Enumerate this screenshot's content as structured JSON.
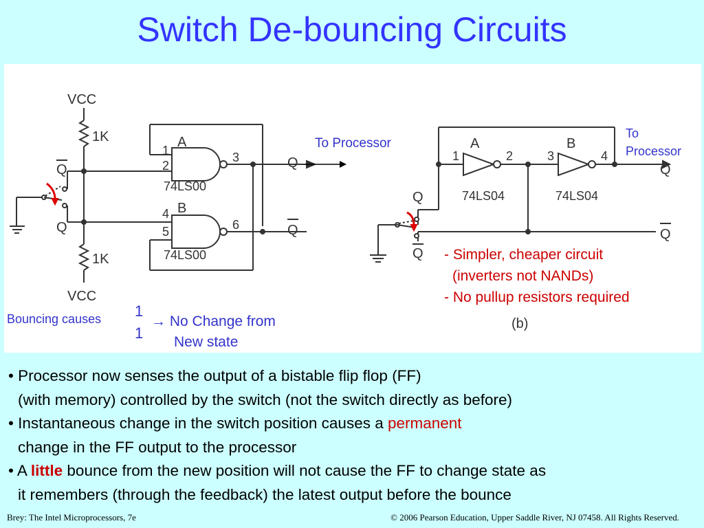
{
  "title": "Switch De-bouncing Circuits",
  "figure_a": {
    "vcc_top": "VCC",
    "vcc_bottom": "VCC",
    "r1": "1K",
    "r2": "1K",
    "qbar_in": "Q",
    "q_in": "Q",
    "gate_a": "A",
    "gate_b": "B",
    "pin1": "1",
    "pin2": "2",
    "pin3": "3",
    "pin4": "4",
    "pin5": "5",
    "pin6": "6",
    "chip_a": "74LS00",
    "chip_b": "74LS00",
    "out_q": "Q",
    "out_qbar": "Q"
  },
  "figure_b": {
    "q_in": "Q",
    "qbar_in": "Q",
    "gate_a": "A",
    "gate_b": "B",
    "pin1": "1",
    "pin2": "2",
    "pin3": "3",
    "pin4": "4",
    "chip_a": "74LS04",
    "chip_b": "74LS04",
    "out_q": "Q",
    "out_qbar": "Q",
    "caption": "(b)"
  },
  "annotations": {
    "to_processor_a": "To Processor",
    "to_processor_b_1": "To",
    "to_processor_b_2": "Processor",
    "bouncing_causes": "Bouncing causes",
    "one_top": "1",
    "one_bottom": "1",
    "arrow": "→",
    "no_change_1": "No Change from",
    "no_change_2": "New state",
    "note_1": "- Simpler, cheaper circuit",
    "note_2": "(inverters not NANDs)",
    "note_3": "- No pullup resistors required"
  },
  "bullets": {
    "b1_line1": "• Processor now senses the output of a bistable flip flop (FF)",
    "b1_line2": "(with memory) controlled by the switch (not the switch directly as before)",
    "b2_pre": "• Instantaneous change in the switch position causes a ",
    "b2_highlight": "permanent",
    "b2_line2": "change in the FF output to the processor",
    "b3_pre": "• A ",
    "b3_highlight": "little",
    "b3_post": " bounce from the new position will not cause the FF to change state as",
    "b3_line2": "it remembers (through the feedback) the latest output before the bounce"
  },
  "footer": {
    "left": "Brey: The Intel Microprocessors, 7e",
    "right": "© 2006 Pearson Education, Upper Saddle River, NJ 07458. All Rights Reserved."
  },
  "colors": {
    "background": "#ccffff",
    "title": "#3333ff",
    "annotation_blue": "#3333cc",
    "annotation_red": "#cc0000"
  }
}
